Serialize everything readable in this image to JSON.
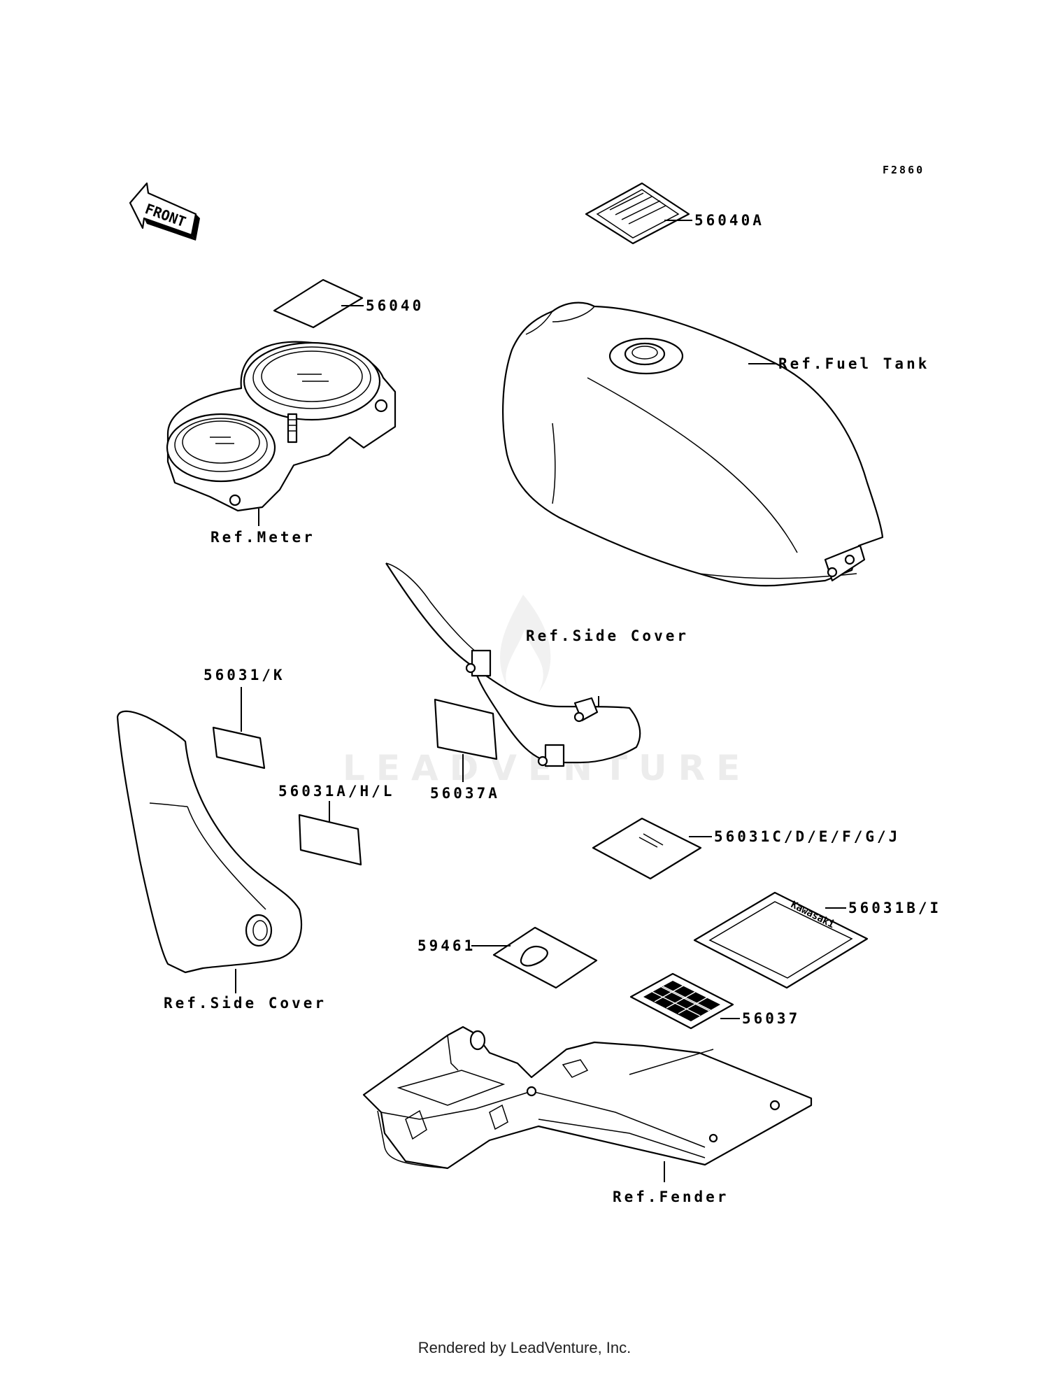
{
  "figure_code": "F2860",
  "front_label": "FRONT",
  "watermark": "LEADVENTURE",
  "callouts": {
    "c56040A": "56040A",
    "c56040": "56040",
    "fuel_tank": "Ref.Fuel Tank",
    "meter": "Ref.Meter",
    "side_cover_center": "Ref.Side Cover",
    "c56031K": "56031/K",
    "c56031AHL": "56031A/H/L",
    "c56037A": "56037A",
    "c56031CDEFGJ": "56031C/D/E/F/G/J",
    "c56031BI": "56031B/I",
    "c59461": "59461",
    "c56037": "56037",
    "side_cover_left": "Ref.Side Cover",
    "fender": "Ref.Fender"
  },
  "decal_brand": "Kawasaki",
  "footer": "Rendered by LeadVenture, Inc."
}
